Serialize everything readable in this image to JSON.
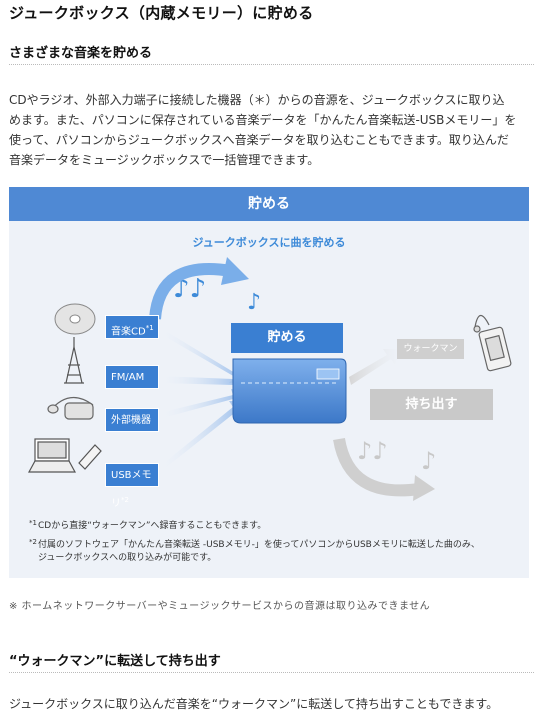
{
  "page": {
    "title": "ジュークボックス（内蔵メモリー）に貯める"
  },
  "section1": {
    "heading": "さまざまな音楽を貯める",
    "lines": [
      "CDやラジオ、外部入力端子に接続した機器（＊）からの音源を、ジュークボックスに取り込",
      "めます。また、パソコンに保存されている音楽データを「かんたん音楽転送-USBメモリー」を",
      "使って、パソコンからジュークボックスへ音楽データを取り込むこともできます。取り込んだ",
      "音楽データをミュージックボックスで一括管理できます。"
    ]
  },
  "diagram": {
    "header": "貯める",
    "subtitle": "ジュークボックスに曲を貯める",
    "sources": [
      {
        "label": "音楽CD",
        "sup": "*1"
      },
      {
        "label": "FM/AM",
        "sup": ""
      },
      {
        "label": "外部機器",
        "sup": ""
      },
      {
        "label": "USBメモリ",
        "sup": "*2"
      }
    ],
    "store_label": "貯める",
    "walkman_label": "ウォークマン",
    "carry_label": "持ち出す",
    "colors": {
      "accent": "#4f89d4",
      "box_blue": "#3a7fd2",
      "gray": "#c9c9c9"
    },
    "footnotes": [
      {
        "mark": "*1",
        "text": "CDから直接“ウォークマン”へ録音することもできます。"
      },
      {
        "mark": "*2",
        "text1": "付属のソフトウェア「かんたん音楽転送 -USBメモリ-」を使ってパソコンからUSBメモリに転送した曲のみ、",
        "text2": "ジュークボックスへの取り込みが可能です。"
      }
    ]
  },
  "note": "※ ホームネットワークサーバーやミュージックサービスからの音源は取り込みできません",
  "section2": {
    "heading": "“ウォークマン”に転送して持ち出す",
    "text": "ジュークボックスに取り込んだ音楽を“ウォークマン”に転送して持ち出すこともできます。"
  }
}
